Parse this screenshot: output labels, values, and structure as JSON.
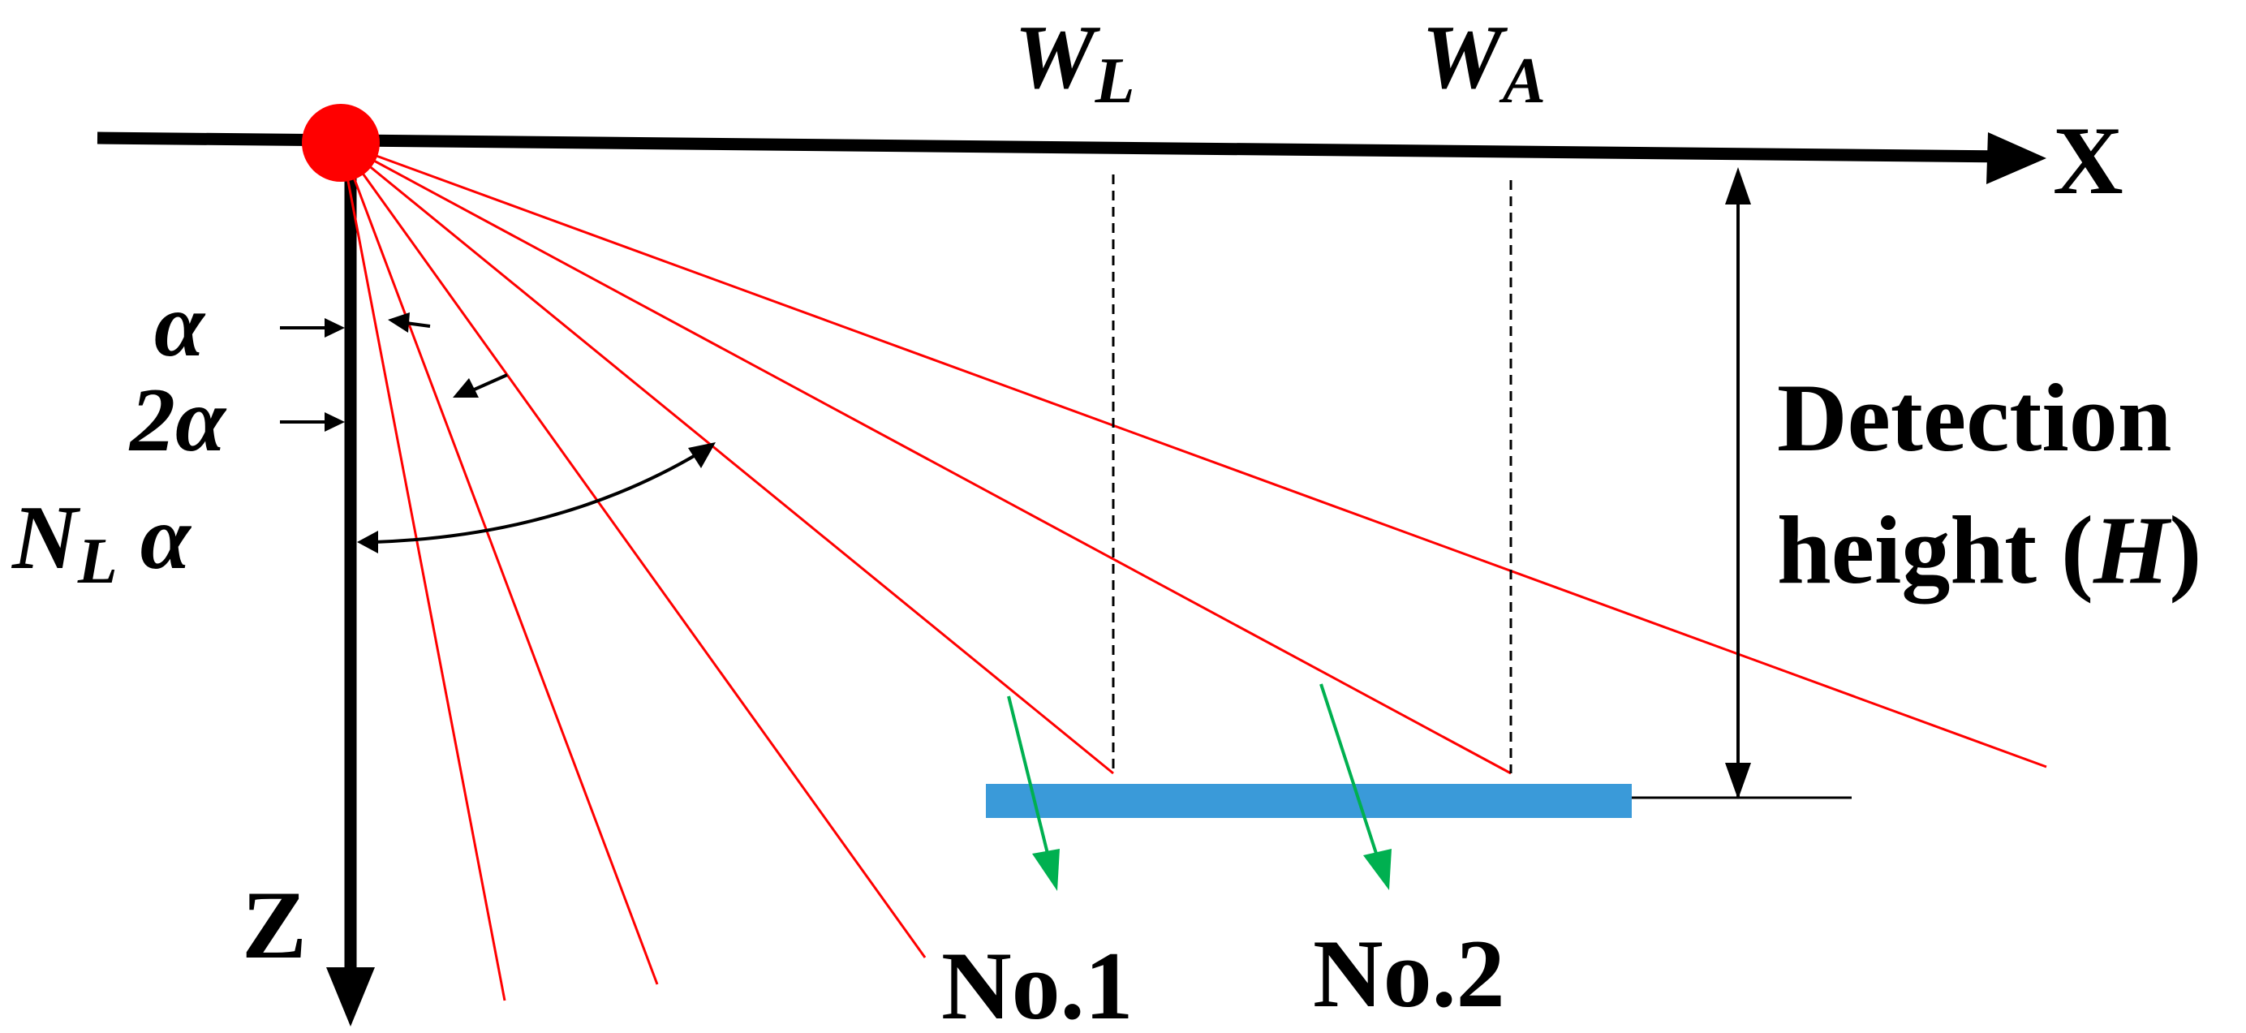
{
  "axes": {
    "x_label": "X",
    "z_label": "Z"
  },
  "top_labels": {
    "wl_main": "W",
    "wl_sub": "L",
    "wa_main": "W",
    "wa_sub": "A"
  },
  "angle_labels": {
    "alpha": "α",
    "two_alpha": "2α",
    "nl_main": "N",
    "nl_sub": "L",
    "nl_alpha": " α"
  },
  "detection": {
    "line1": "Detection",
    "line2_prefix": "height (",
    "line2_var": "H",
    "line2_suffix": ")"
  },
  "path_labels": {
    "no1": "No.1",
    "no2": "No.2"
  },
  "colors": {
    "source": "#ff0000",
    "beam": "#ff0000",
    "surface": "#3a9ad9",
    "normal_arrow": "#00b050",
    "line": "#000000"
  }
}
